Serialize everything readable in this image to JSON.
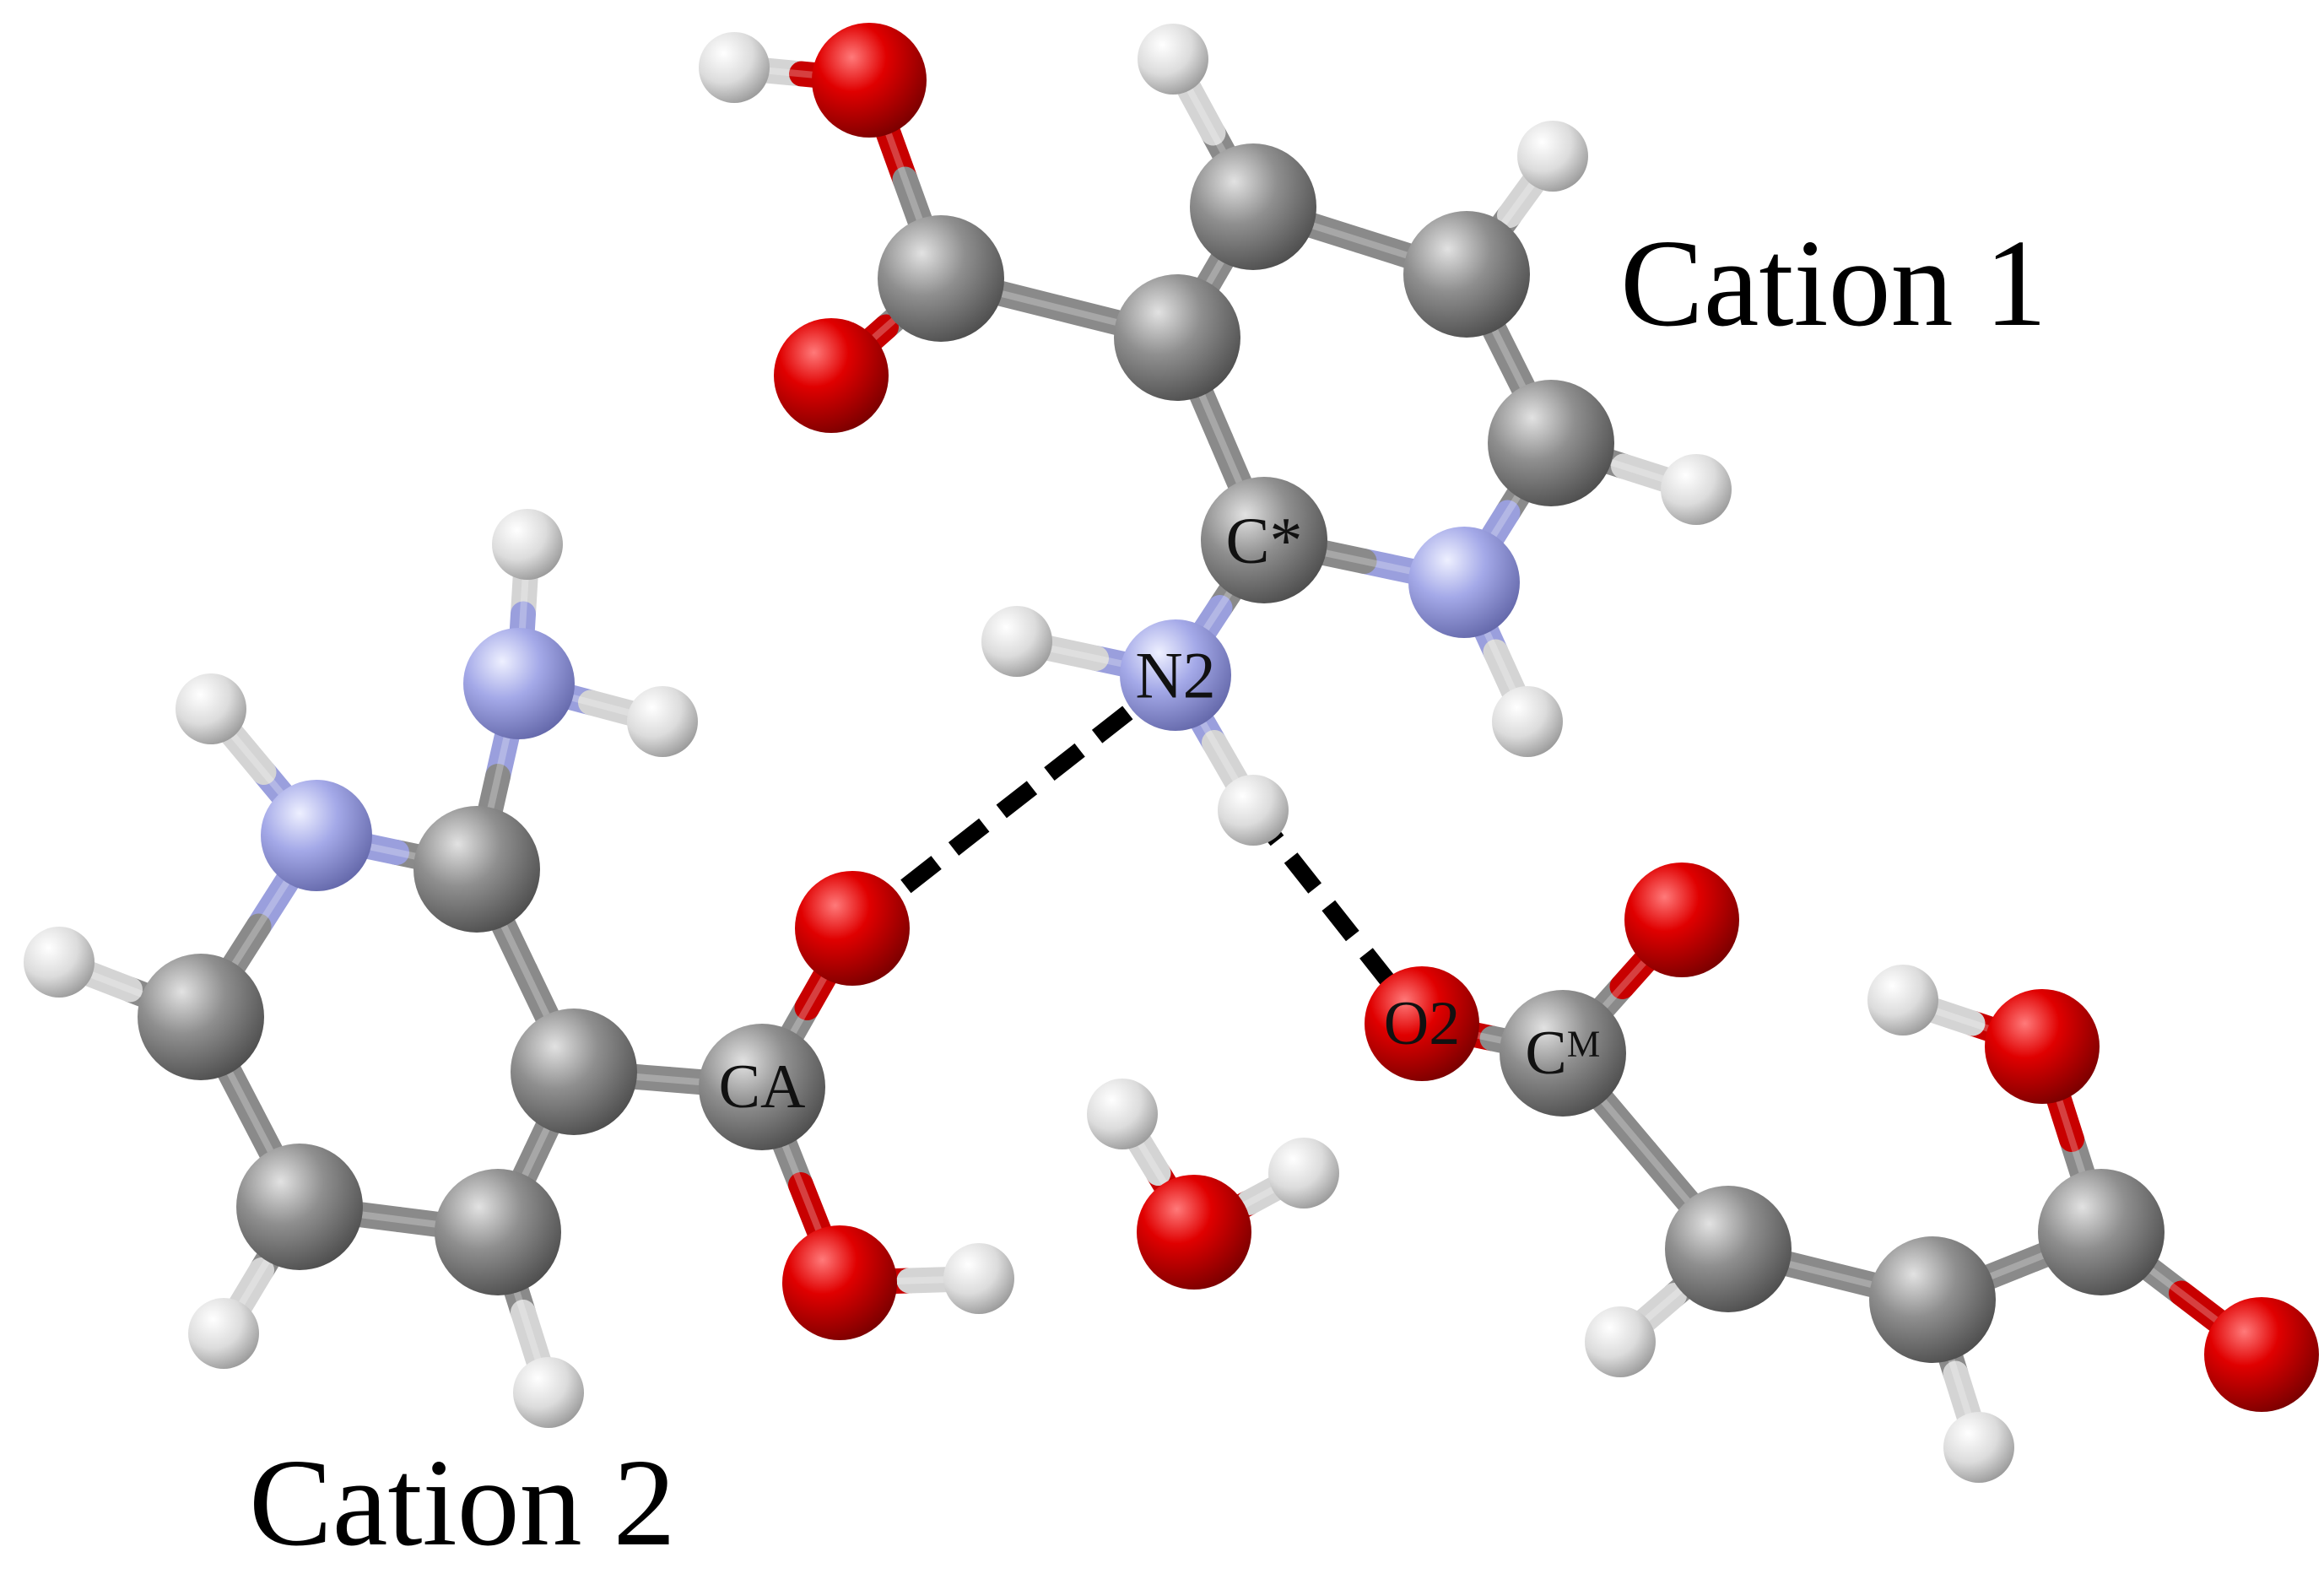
{
  "titles": {
    "cation1": "Cation 1",
    "cation2": "Cation 2"
  },
  "atom_labels": {
    "c_star": "C*",
    "n2": "N2",
    "ca": "CA",
    "o2": "O2",
    "c_m": "Cᴹ"
  },
  "colors": {
    "carbon": "#8c8c8c",
    "oxygen": "#dd0000",
    "nitrogen": "#a3a8e6",
    "hydrogen": "#e4e4e4",
    "hydrogen_bond": "#000000"
  }
}
